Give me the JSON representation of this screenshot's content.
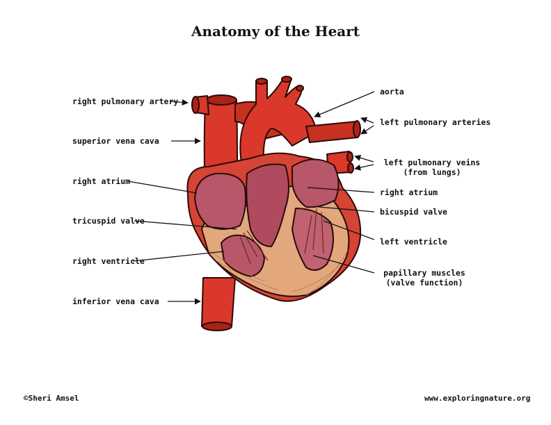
{
  "title": "Anatomy of the Heart",
  "labels_left": {
    "right_pulmonary_artery": "right pulmonary artery",
    "superior_vena_cava": "superior vena cava",
    "right_atrium": "right atrium",
    "tricuspid_valve": "tricuspid valve",
    "right_ventricle": "right ventricle",
    "inferior_vena_cava": "inferior vena cava"
  },
  "labels_right": {
    "aorta": "aorta",
    "left_pulmonary_arteries": "left pulmonary arteries",
    "left_pulmonary_veins_line1": "left pulmonary veins",
    "left_pulmonary_veins_line2": "(from lungs)",
    "right_atrium": "right atrium",
    "bicuspid_valve": "bicuspid valve",
    "left_ventricle": "left ventricle",
    "papillary_muscles_line1": "papillary muscles",
    "papillary_muscles_line2": "(valve function)"
  },
  "footer": {
    "copyright": "©Sheri Amsel",
    "website": "www.exploringnature.org"
  },
  "colors": {
    "vessel_red": "#d9382b",
    "vessel_dark": "#a82318",
    "chamber_pink": "#b8566a",
    "muscle_tan": "#e2a77d",
    "outline": "#2a0a06"
  }
}
